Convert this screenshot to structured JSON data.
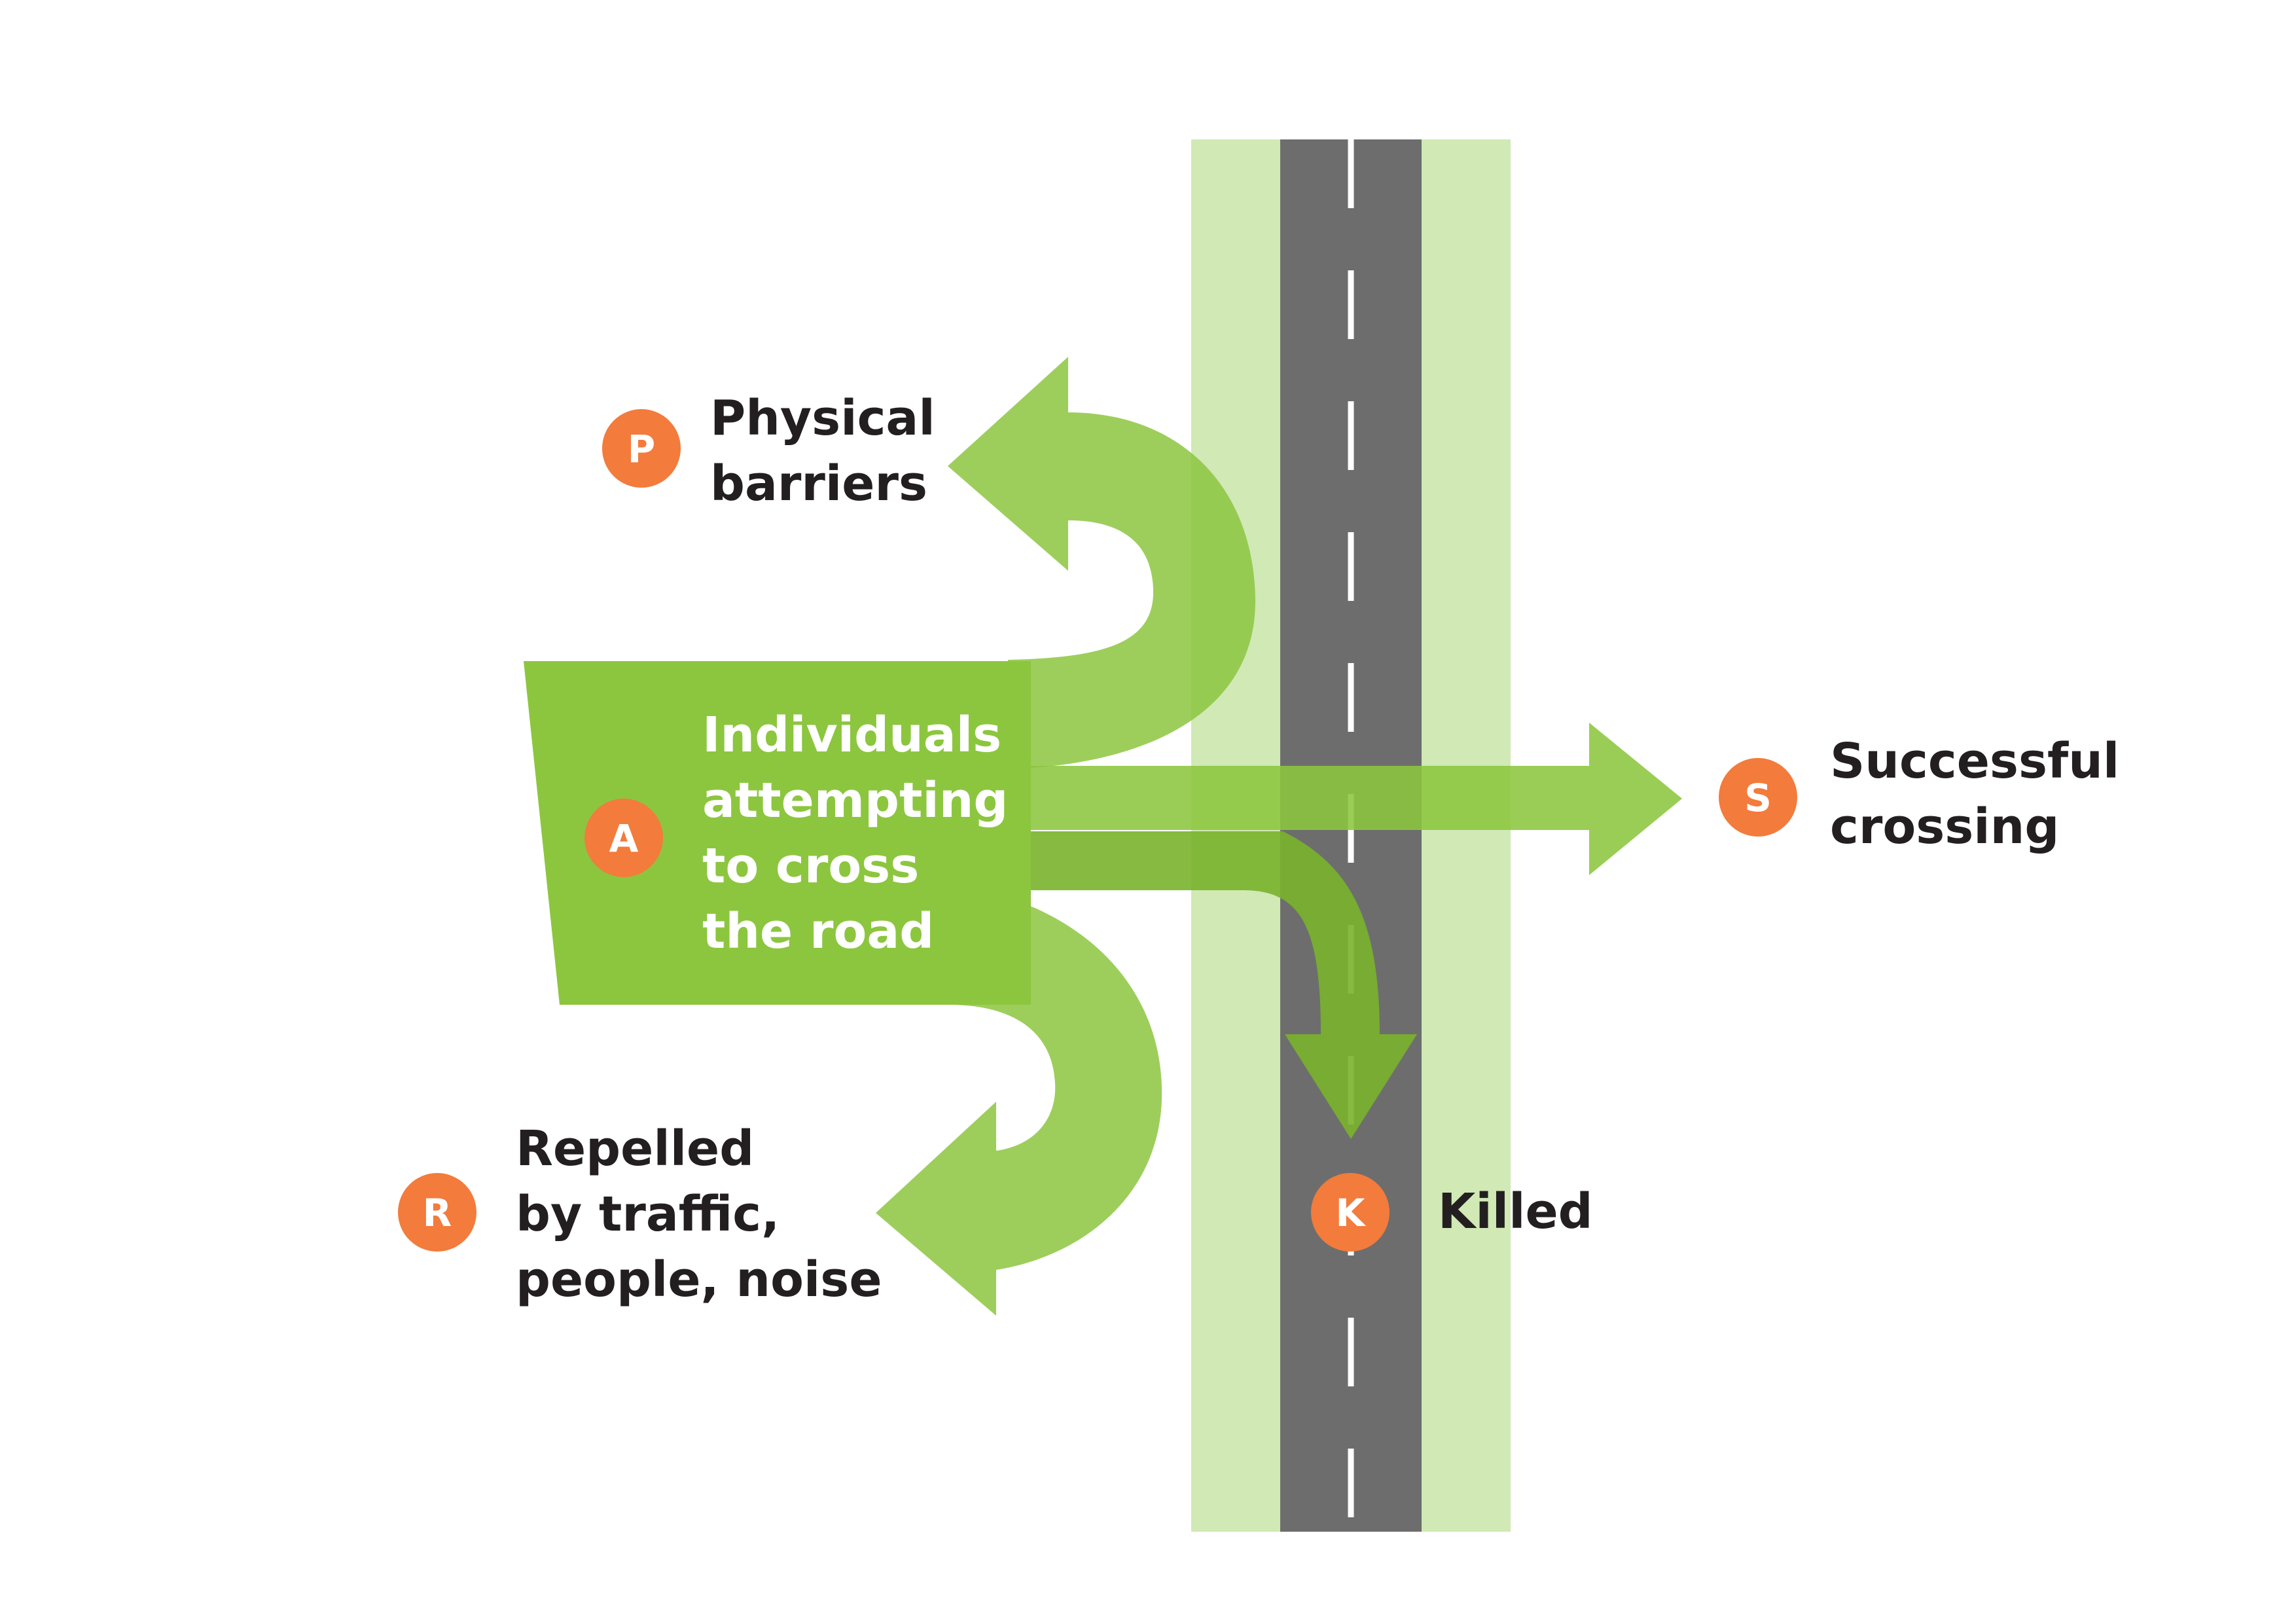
{
  "colors": {
    "verge": "#d0e9b5",
    "road": "#6d6d6d",
    "lane_marking": "#ffffff",
    "arrow": "#8cc63f",
    "arrow_dark": "#79b22b",
    "badge": "#f37b3c",
    "text_dark": "#231f20",
    "text_light": "#ffffff"
  },
  "nodes": {
    "attempting": {
      "badge": "A",
      "lines": [
        "Individuals",
        "attempting",
        "to cross",
        "the road"
      ]
    },
    "physical": {
      "badge": "P",
      "lines": [
        "Physical",
        "barriers"
      ]
    },
    "repelled": {
      "badge": "R",
      "lines": [
        "Repelled",
        "by traffic,",
        "people, noise"
      ]
    },
    "successful": {
      "badge": "S",
      "lines": [
        "Successful",
        "crossing"
      ]
    },
    "killed": {
      "badge": "K",
      "lines": [
        "Killed"
      ]
    }
  }
}
